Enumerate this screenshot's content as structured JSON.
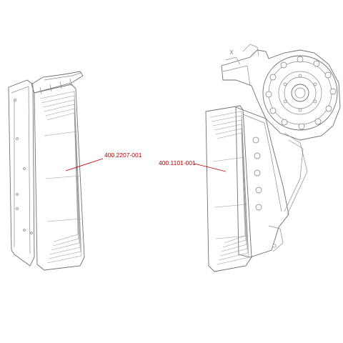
{
  "diagram": {
    "callouts": [
      {
        "id": "left-part",
        "text": "400.2207-001"
      },
      {
        "id": "right-part",
        "text": "400.1101-001"
      }
    ],
    "colors": {
      "callout_text": "#b40000",
      "leader_line": "#c00000",
      "drawing_line": "#8a8a8a",
      "background": "#ffffff"
    }
  }
}
